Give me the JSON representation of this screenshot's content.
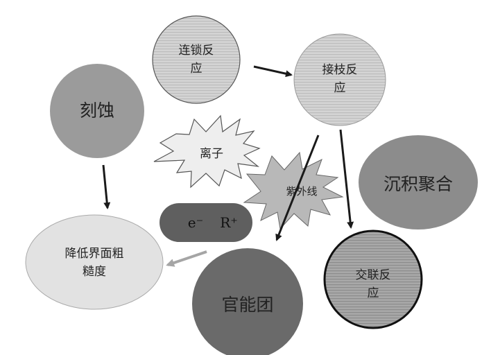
{
  "diagram": {
    "nodes": {
      "chain_reaction": "连锁反\n应",
      "graft_reaction": "接枝反\n应",
      "etching": "刻蚀",
      "ion": "离子",
      "uv": "紫外线",
      "deposition_polymerization": "沉积聚合",
      "reduce_roughness": "降低界面粗\n糙度",
      "functional_group": "官能团",
      "crosslink_reaction": "交联反\n应"
    },
    "species": {
      "electron": "e⁻",
      "radical": "R⁺"
    },
    "colors": {
      "dark_gray": "#707070",
      "mid_gray": "#9a9a9a",
      "light_gray": "#dcdcdc",
      "striped": "#c8c8c8",
      "arrow": "#1a1a1a",
      "gray_arrow": "#999999"
    }
  }
}
